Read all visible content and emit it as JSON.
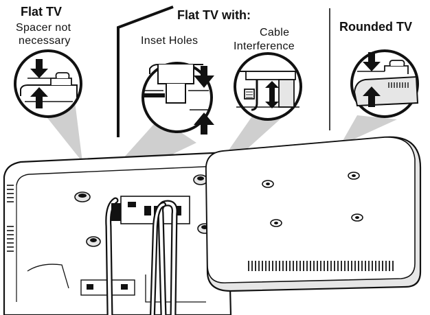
{
  "labels": {
    "flat_tv": "Flat TV",
    "spacer_line1": "Spacer not",
    "spacer_line2": "necessary",
    "flat_tv_with": "Flat TV with:",
    "inset_holes": "Inset Holes",
    "cable_line1": "Cable",
    "cable_line2": "Interference",
    "rounded_tv": "Rounded TV"
  },
  "colors": {
    "ink": "#111111",
    "callout_gray": "#cfcfcf",
    "panel_gray": "#e6e6e6",
    "mount_white": "#ffffff",
    "background": "#ffffff"
  },
  "icons": [
    "down-arrow-icon",
    "up-arrow-icon",
    "double-arrow-icon"
  ]
}
